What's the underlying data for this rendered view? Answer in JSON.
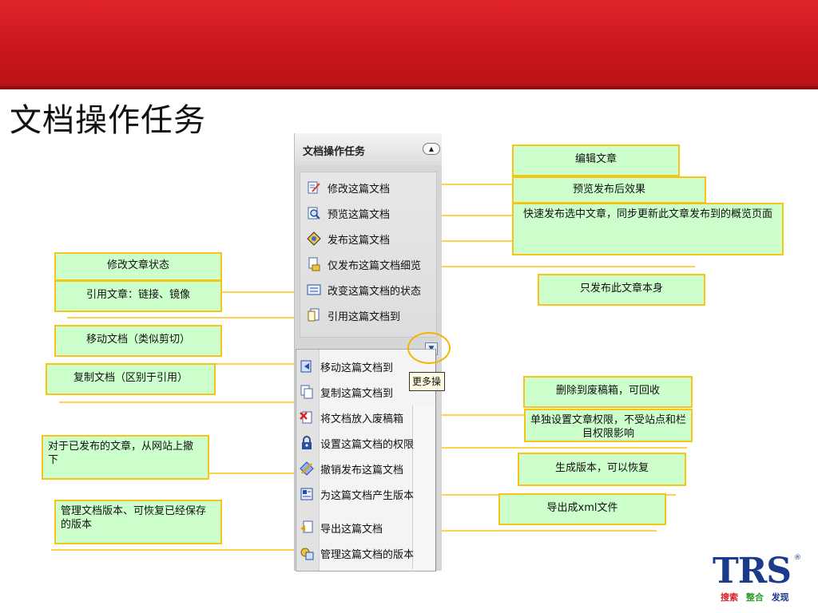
{
  "slide": {
    "title": "文档操作任务"
  },
  "panel": {
    "title": "文档操作任务",
    "collapse_glyph": "▲",
    "more_glyph": "▼",
    "tooltip": "更多操",
    "items": [
      {
        "label": "修改这篇文档",
        "icon": "edit-document-icon"
      },
      {
        "label": "预览这篇文档",
        "icon": "preview-magnifier-icon"
      },
      {
        "label": "发布这篇文档",
        "icon": "publish-diamond-icon"
      },
      {
        "label": "仅发布这篇文档细览",
        "icon": "publish-detail-icon"
      },
      {
        "label": "改变这篇文档的状态",
        "icon": "change-status-icon"
      },
      {
        "label": "引用这篇文档到",
        "icon": "quote-document-icon"
      }
    ],
    "more_items": [
      {
        "label": "移动这篇文档到",
        "icon": "move-document-icon"
      },
      {
        "label": "复制这篇文档到",
        "icon": "copy-document-icon"
      },
      {
        "label": "将文档放入废稿箱",
        "icon": "trash-document-icon"
      },
      {
        "label": "设置这篇文档的权限",
        "icon": "permission-lock-icon"
      },
      {
        "label": "撤销发布这篇文档",
        "icon": "unpublish-icon"
      },
      {
        "label": "为这篇文档产生版本",
        "icon": "version-create-icon"
      },
      {
        "label": "导出这篇文档",
        "icon": "export-document-icon"
      },
      {
        "label": "管理这篇文档的版本",
        "icon": "manage-versions-icon"
      }
    ]
  },
  "callouts": {
    "edit": "编辑文章",
    "preview": "预览发布后效果",
    "publish": "快速发布选中文章，同步更新此文章发布到的概览页面",
    "publish_only": "只发布此文章本身",
    "status": "修改文章状态",
    "quote": "引用文章：链接、镜像",
    "move": "移动文档（类似剪切）",
    "copy": "复制文档（区别于引用）",
    "trash": "删除到废稿箱，可回收",
    "permission": "单独设置文章权限，不受站点和栏目权限影响",
    "unpublish": "对于已发布的文章，从网站上撤下",
    "version": "生成版本，可以恢复",
    "export": "导出成xml文件",
    "manage_versions": "管理文档版本、可恢复已经保存的版本"
  },
  "logo": {
    "text": "TRS",
    "reg": "®",
    "tag1": "搜索",
    "tag2": "整合",
    "tag3": "发现"
  },
  "colors": {
    "banner": "#d61e24",
    "callout_bg": "#ccffcc",
    "callout_border": "#f5c518",
    "logo_blue": "#1b3a8a"
  }
}
